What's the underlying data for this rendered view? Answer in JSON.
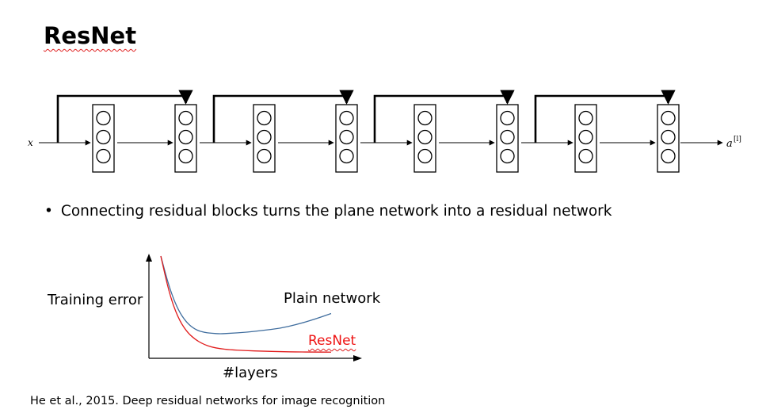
{
  "title": "ResNet",
  "network": {
    "input_label": "x",
    "output_label_base": "a",
    "output_label_sup": "[l]",
    "blocks": 4
  },
  "bullet": {
    "symbol": "•",
    "text": "Connecting residual blocks turns the plane network into a residual network"
  },
  "chart_data": {
    "type": "line",
    "title": "",
    "xlabel": "#layers",
    "ylabel": "Training error",
    "series": [
      {
        "name": "Plain network",
        "color": "#3f6d9e",
        "x": [
          0,
          5,
          10,
          15,
          20,
          25,
          30,
          35,
          40,
          50,
          60,
          70,
          80,
          90,
          100
        ],
        "y": [
          100,
          68,
          46,
          33,
          26,
          23,
          22,
          21.5,
          22,
          23,
          25,
          27,
          31,
          36,
          42
        ]
      },
      {
        "name": "ResNet",
        "color": "#e11b1b",
        "x": [
          0,
          5,
          10,
          15,
          20,
          25,
          30,
          35,
          40,
          50,
          60,
          70,
          80,
          90,
          100
        ],
        "y": [
          100,
          62,
          38,
          24,
          16,
          11,
          8,
          6.5,
          5.5,
          4.5,
          4,
          3.5,
          3.2,
          3.1,
          3
        ]
      }
    ]
  },
  "citation": "He et al., 2015. Deep residual networks for image recognition"
}
